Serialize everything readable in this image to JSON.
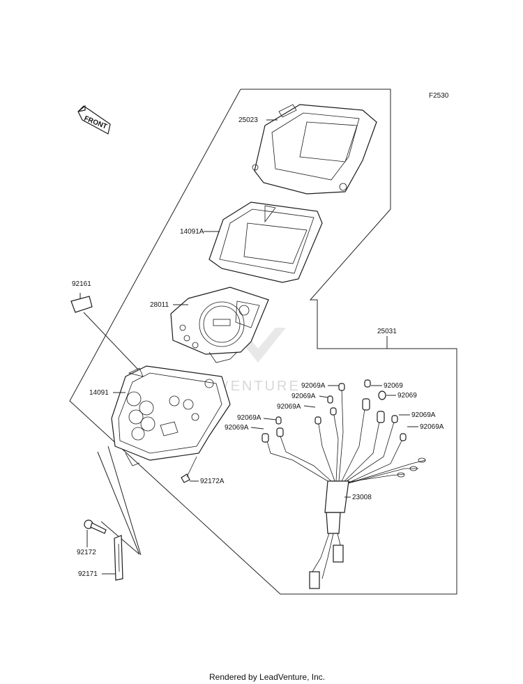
{
  "figure_code": "F2530",
  "front_label": "FRONT",
  "watermark": "LEADVENTURE",
  "footer": "Rendered by LeadVenture, Inc.",
  "parts": {
    "p25023": "25023",
    "p14091A": "14091A",
    "p28011": "28011",
    "p92161": "92161",
    "p14091": "14091",
    "p92172A": "92172A",
    "p25031": "25031",
    "p23008": "23008",
    "p92172": "92172",
    "p92171": "92171",
    "p92069_1": "92069",
    "p92069_2": "92069",
    "p92069A_1": "92069A",
    "p92069A_2": "92069A",
    "p92069A_3": "92069A",
    "p92069A_4": "92069A",
    "p92069A_5": "92069A",
    "p92069A_6": "92069A",
    "p92069A_7": "92069A"
  }
}
